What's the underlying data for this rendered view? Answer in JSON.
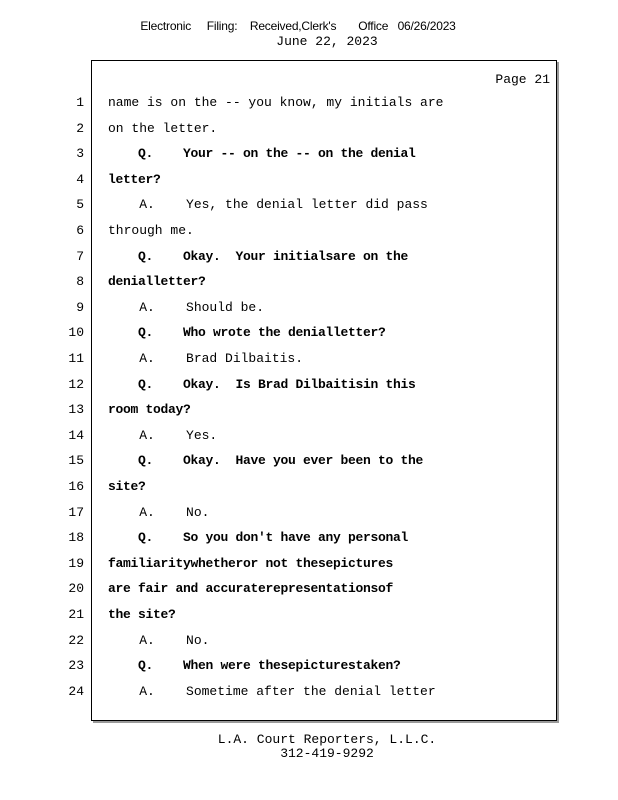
{
  "header": {
    "filing_line": "Electronic     Filing:    Received,Clerk's       Office   06/26/2023",
    "date": "June 22, 2023"
  },
  "page": {
    "label": "Page 21"
  },
  "lines": [
    {
      "num": "1",
      "text": "name is on the -- you know, my initials are",
      "style": "a"
    },
    {
      "num": "2",
      "text": "on the letter.",
      "style": "a"
    },
    {
      "num": "3",
      "text": "    Q.    Your -- on the -- on the denial",
      "style": "q"
    },
    {
      "num": "4",
      "text": "letter?",
      "style": "q"
    },
    {
      "num": "5",
      "text": "    A.    Yes, the denial letter did pass",
      "style": "a"
    },
    {
      "num": "6",
      "text": "through me.",
      "style": "a"
    },
    {
      "num": "7",
      "text": "    Q.    Okay.  Your initialsare on the",
      "style": "q"
    },
    {
      "num": "8",
      "text": "denialletter?",
      "style": "q"
    },
    {
      "num": "9",
      "text": "    A.    Should be.",
      "style": "a"
    },
    {
      "num": "10",
      "text": "    Q.    Who wrote the denialletter?",
      "style": "q"
    },
    {
      "num": "11",
      "text": "    A.    Brad Dilbaitis.",
      "style": "a"
    },
    {
      "num": "12",
      "text": "    Q.    Okay.  Is Brad Dilbaitisin this",
      "style": "q"
    },
    {
      "num": "13",
      "text": "room today?",
      "style": "q"
    },
    {
      "num": "14",
      "text": "    A.    Yes.",
      "style": "a"
    },
    {
      "num": "15",
      "text": "    Q.    Okay.  Have you ever been to the",
      "style": "q"
    },
    {
      "num": "16",
      "text": "site?",
      "style": "q"
    },
    {
      "num": "17",
      "text": "    A.    No.",
      "style": "a"
    },
    {
      "num": "18",
      "text": "    Q.    So you don't have any personal",
      "style": "q"
    },
    {
      "num": "19",
      "text": "familiaritywhetheror not thesepictures",
      "style": "q"
    },
    {
      "num": "20",
      "text": "are fair and accuraterepresentationsof",
      "style": "q"
    },
    {
      "num": "21",
      "text": "the site?",
      "style": "q"
    },
    {
      "num": "22",
      "text": "    A.    No.",
      "style": "a"
    },
    {
      "num": "23",
      "text": "    Q.    When were thesepicturestaken?",
      "style": "q"
    },
    {
      "num": "24",
      "text": "    A.    Sometime after the denial letter",
      "style": "a"
    }
  ],
  "footer": {
    "company": "L.A. Court Reporters, L.L.C.",
    "phone": "312-419-9292"
  }
}
